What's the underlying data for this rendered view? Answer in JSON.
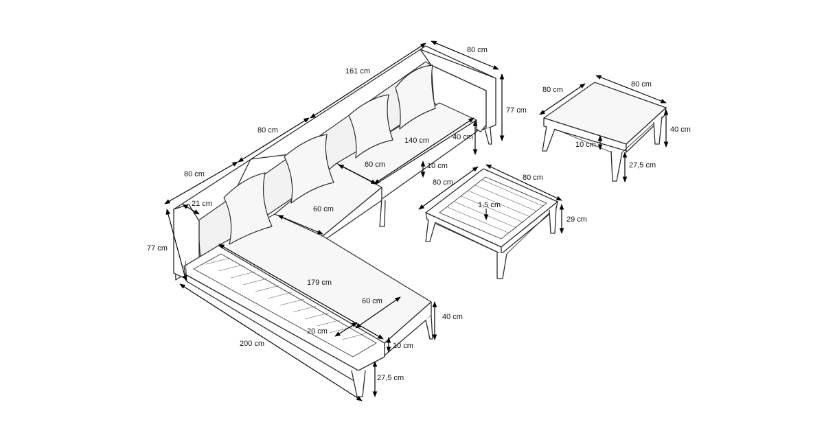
{
  "dimensions": {
    "sofa_back_length": "161 cm",
    "sofa_depth": "80 cm",
    "sofa_height": "77 cm",
    "middle_module_width": "80 cm",
    "corner_module_width": "80 cm",
    "armrest_width": "21 cm",
    "left_height": "77 cm",
    "seat_length": "140 cm",
    "seat_height_right": "40 cm",
    "seat_depth_right": "60 cm",
    "cushion_thickness_right": "10 cm",
    "seat_depth_mid": "60 cm",
    "chaise_length": "179 cm",
    "chaise_seat_depth": "60 cm",
    "chaise_seat_height": "40 cm",
    "shelf_width": "20 cm",
    "chaise_cushion_thickness": "10 cm",
    "chaise_total_length": "200 cm",
    "chaise_leg_height": "27,5 cm",
    "ottoman_width": "80 cm",
    "ottoman_depth": "80 cm",
    "ottoman_height": "40 cm",
    "ottoman_cushion": "10 cm",
    "ottoman_leg_height": "27,5 cm",
    "table_width": "80 cm",
    "table_depth": "80 cm",
    "table_height": "29 cm",
    "table_inset": "1,5 cm"
  }
}
